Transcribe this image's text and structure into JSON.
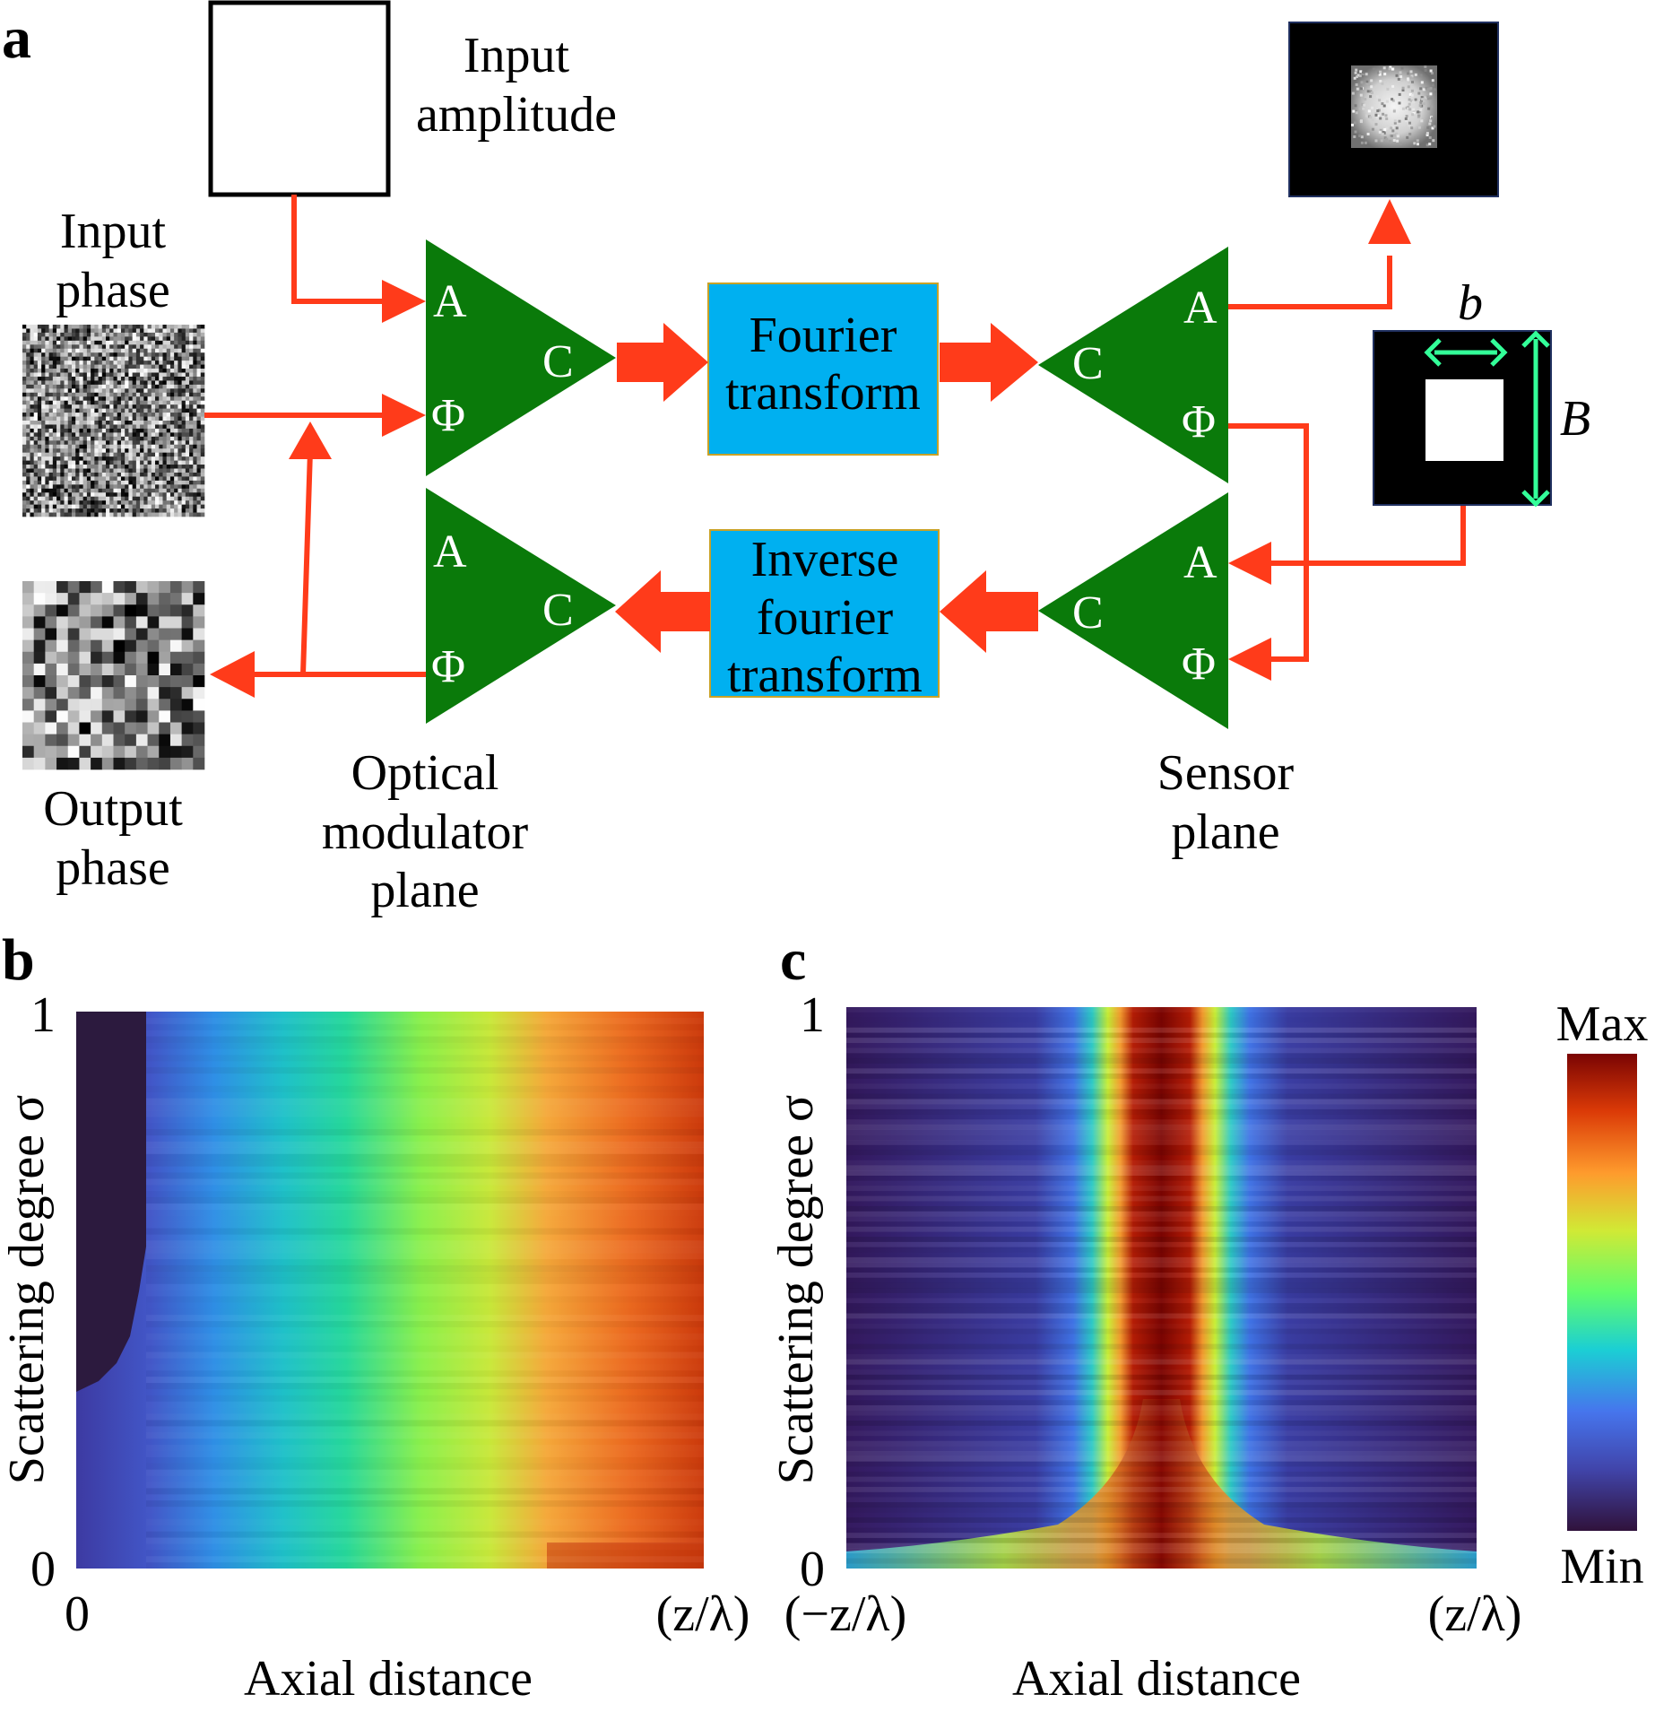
{
  "panel_labels": {
    "a": "a",
    "b": "b",
    "c": "c"
  },
  "diagram": {
    "input_amplitude": [
      "Input",
      "amplitude"
    ],
    "input_phase": [
      "Input",
      "phase"
    ],
    "output_phase": [
      "Output",
      "phase"
    ],
    "optical_modulator_plane": [
      "Optical",
      "modulator",
      "plane"
    ],
    "sensor_plane": [
      "Sensor",
      "plane"
    ],
    "fourier_box": [
      "Fourier",
      "transform"
    ],
    "inverse_fourier_box": [
      "Inverse",
      "fourier",
      "transform"
    ],
    "port_amplitude": "A",
    "port_phase": "Φ",
    "port_complex": "C",
    "mask_inner_label": "b",
    "mask_outer_label": "B",
    "colors": {
      "triangle": "#0a7a0a",
      "arrow": "#ff3b1a",
      "box_fill": "#00b0f0",
      "box_border": "#c9a227",
      "mask_arrow": "#33ff99"
    }
  },
  "chart_data": [
    {
      "type": "heatmap",
      "panel": "b",
      "ylabel": "Scattering degree σ",
      "xlabel": "Axial distance",
      "x_ticks": [
        "0",
        "(z/λ)"
      ],
      "y_ticks": [
        "0",
        "1"
      ],
      "y_range": [
        0,
        1
      ],
      "colormap": "turbo"
    },
    {
      "type": "heatmap",
      "panel": "c",
      "ylabel": "Scattering degree σ",
      "xlabel": "Axial distance",
      "x_ticks": [
        "(−z/λ)",
        "(z/λ)"
      ],
      "y_ticks": [
        "0",
        "1"
      ],
      "y_range": [
        0,
        1
      ],
      "colormap": "turbo",
      "colorbar": {
        "max_label": "Max",
        "min_label": "Min"
      }
    }
  ]
}
